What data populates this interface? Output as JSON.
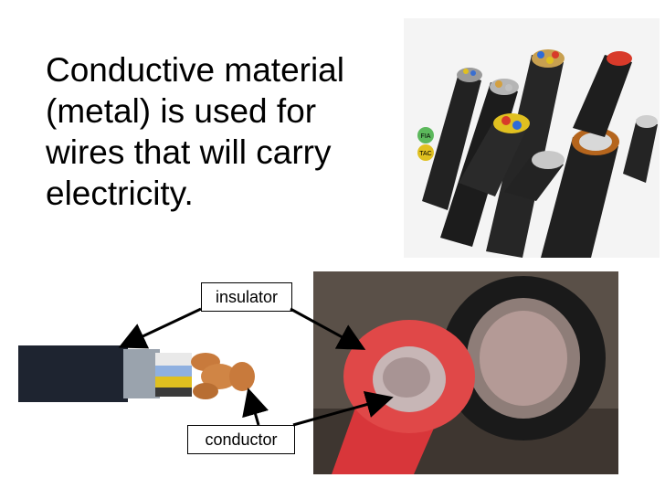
{
  "slide": {
    "heading": "Conductive material (metal) is used for wires that will carry electricity."
  },
  "labels": {
    "insulator": "insulator",
    "conductor": "conductor"
  },
  "photos": {
    "cable_bundle_markings": [
      "FIA",
      "TAC"
    ]
  },
  "colors": {
    "red_insulation": "#d8363a",
    "black_insulation": "#1a1a1a",
    "copper": "#c87a3c",
    "arrow": "#000000"
  }
}
